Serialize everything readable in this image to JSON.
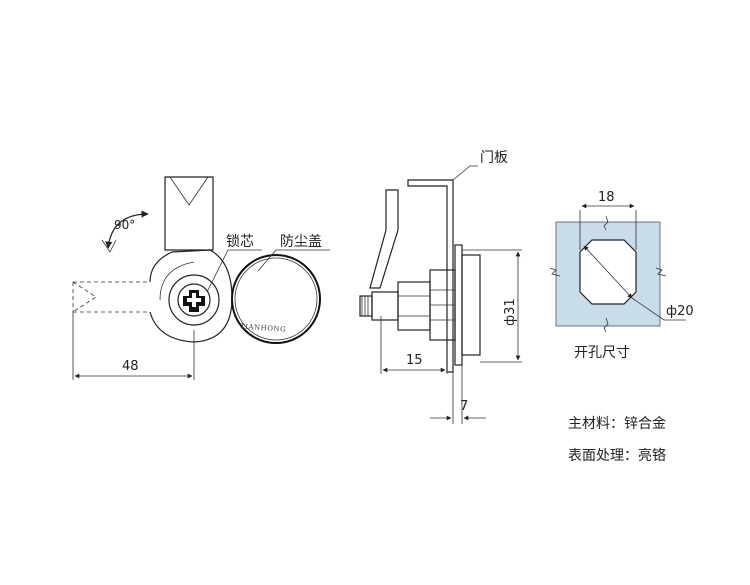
{
  "labels": {
    "rotation": "90°",
    "lock_core": "锁芯",
    "dust_cover": "防尘盖",
    "brand": "TIANHONG",
    "door_panel": "门板",
    "cutout_size": "开孔尺寸",
    "material": "主材料：锌合金",
    "surface": "表面处理：亮铬"
  },
  "dimensions": {
    "d48": "48",
    "d15": "15",
    "d7": "7",
    "d31": "ф31",
    "d18": "18",
    "d20": "ф20"
  },
  "colors": {
    "cutout_fill": "#c9dce9",
    "line": "#222222"
  }
}
